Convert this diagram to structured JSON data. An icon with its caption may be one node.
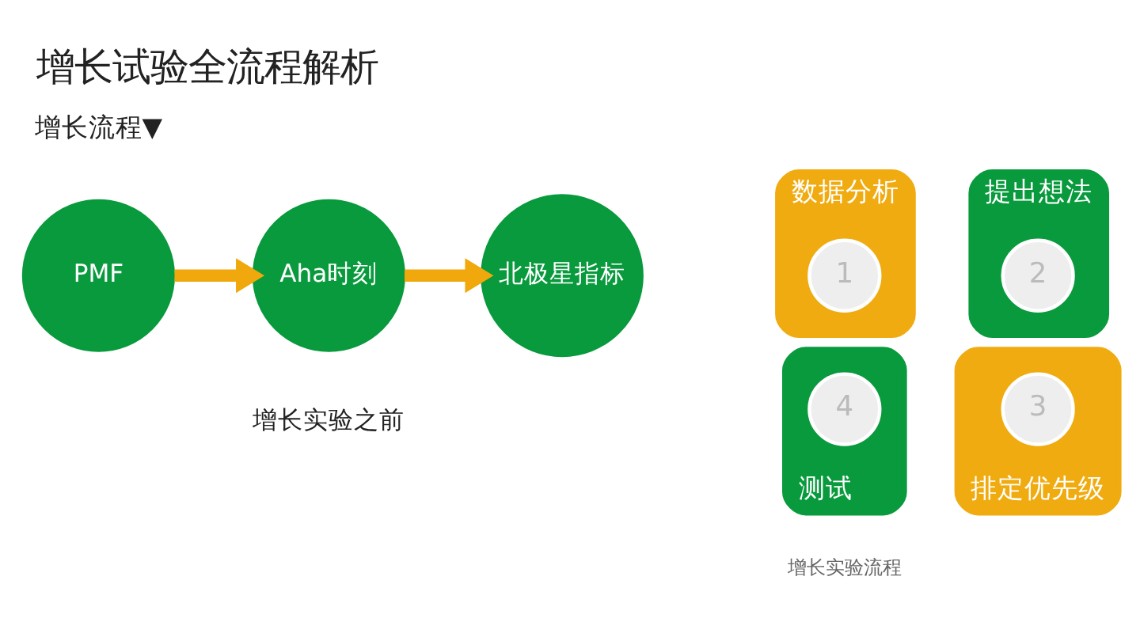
{
  "diagram": {
    "title": "增长试验全流程解析",
    "nodes": [
      {
        "text": [
          "PMF"
        ]
      },
      {
        "text": [
          "Aha时刻"
        ]
      },
      {
        "text": [
          "北极星指标"
        ]
      },
      {
        "text": [
          "数据分析"
        ]
      },
      {
        "text": [
          "1"
        ],
        "in": 3
      },
      {
        "text": [
          "提出想法"
        ]
      },
      {
        "text": [
          "2"
        ],
        "in": 5
      },
      {
        "text": [
          "排定优先级"
        ]
      },
      {
        "text": [
          "3"
        ],
        "in": 7
      },
      {
        "text": [
          "测试"
        ]
      },
      {
        "text": [
          "4"
        ],
        "in": 9
      }
    ],
    "edges": [
      {
        "from": 0,
        "to": 1,
        "arrow": "to"
      },
      {
        "from": 1,
        "to": 2,
        "arrow": "to"
      }
    ],
    "labels": [
      "增长流程▼",
      "增长实验之前",
      "增长实验流程"
    ]
  }
}
